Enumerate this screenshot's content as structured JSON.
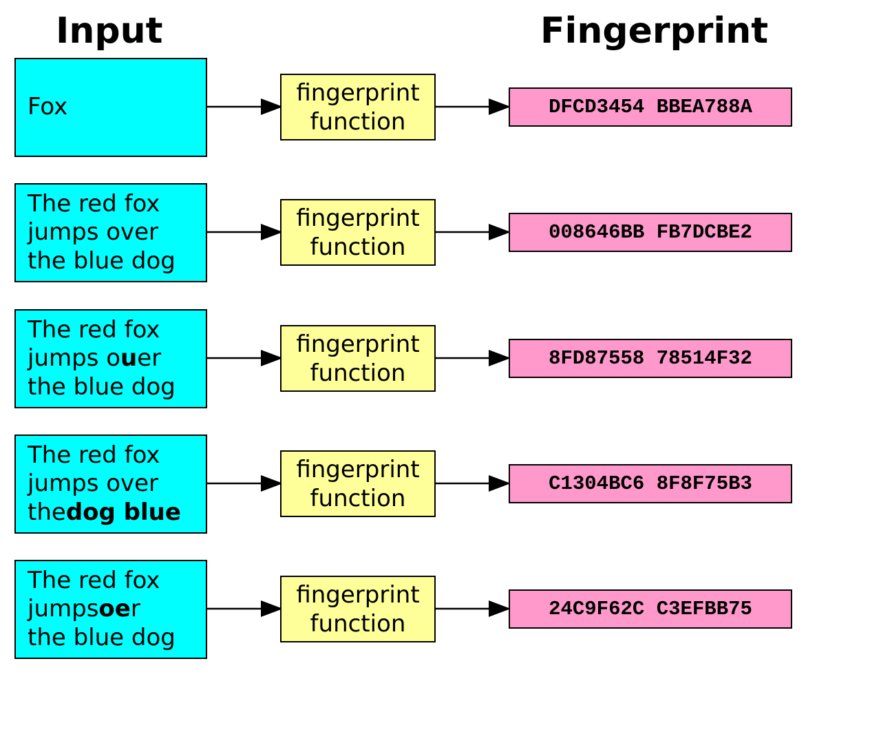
{
  "headings": {
    "input": "Input",
    "fingerprint": "Fingerprint"
  },
  "function_label": {
    "line1": "fingerprint",
    "line2": "function"
  },
  "colors": {
    "input_fill": "#00ffff",
    "function_fill": "#ffff99",
    "hash_fill": "#ff99cc",
    "stroke": "#000000"
  },
  "rows": [
    {
      "input_lines": [
        [
          {
            "t": "Fox",
            "b": false
          }
        ]
      ],
      "fingerprint": "DFCD3454 BBEA788A"
    },
    {
      "input_lines": [
        [
          {
            "t": "The red fox",
            "b": false
          }
        ],
        [
          {
            "t": "jumps over",
            "b": false
          }
        ],
        [
          {
            "t": "the blue dog",
            "b": false
          }
        ]
      ],
      "fingerprint": "008646BB FB7DCBE2"
    },
    {
      "input_lines": [
        [
          {
            "t": "The red fox",
            "b": false
          }
        ],
        [
          {
            "t": "jumps o",
            "b": false
          },
          {
            "t": "u",
            "b": true
          },
          {
            "t": "er",
            "b": false
          }
        ],
        [
          {
            "t": "the blue dog",
            "b": false
          }
        ]
      ],
      "fingerprint": "8FD87558 78514F32"
    },
    {
      "input_lines": [
        [
          {
            "t": "The red fox",
            "b": false
          }
        ],
        [
          {
            "t": "jumps over",
            "b": false
          }
        ],
        [
          {
            "t": "the",
            "b": false
          },
          {
            "t": "dog blue",
            "b": true
          }
        ]
      ],
      "fingerprint": "C1304BC6 8F8F75B3"
    },
    {
      "input_lines": [
        [
          {
            "t": "The red fox",
            "b": false
          }
        ],
        [
          {
            "t": "jumps",
            "b": false
          },
          {
            "t": "oe",
            "b": true
          },
          {
            "t": "r",
            "b": false
          }
        ],
        [
          {
            "t": "the blue dog",
            "b": false
          }
        ]
      ],
      "fingerprint": "24C9F62C C3EFBB75"
    }
  ]
}
